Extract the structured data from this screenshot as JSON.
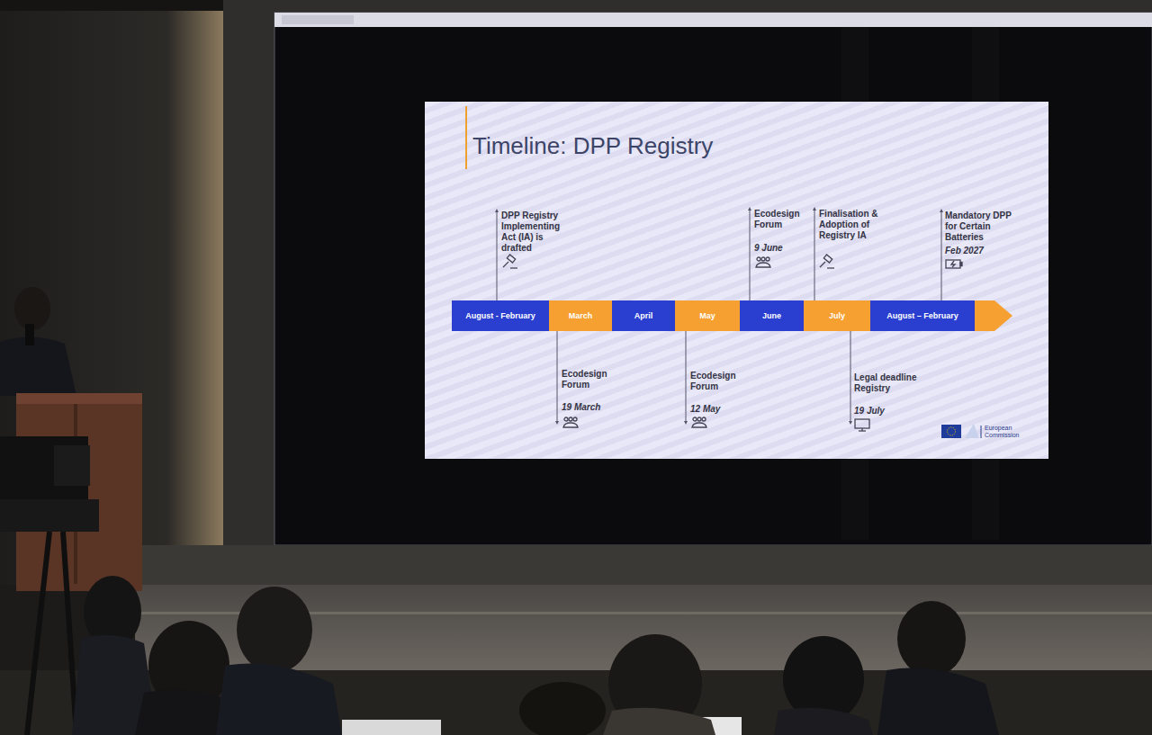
{
  "diagram": {
    "title": "Timeline: DPP Registry",
    "nodes": [
      {
        "text": [
          "August - February"
        ]
      },
      {
        "text": [
          "March"
        ]
      },
      {
        "text": [
          "April"
        ]
      },
      {
        "text": [
          "May"
        ]
      },
      {
        "text": [
          "June"
        ]
      },
      {
        "text": [
          "July"
        ]
      },
      {
        "text": [
          "August – February"
        ]
      }
    ],
    "labels": [
      "DPP Registry Implementing Act (IA) is drafted",
      "Ecodesign Forum",
      "9 June",
      "Finalisation & Adoption of Registry IA",
      "Mandatory DPP for Certain Batteries",
      "Feb 2027",
      "Ecodesign Forum",
      "19 March",
      "Ecodesign Forum",
      "12 May",
      "Legal deadline Registry",
      "19 July",
      "European Commission"
    ]
  }
}
